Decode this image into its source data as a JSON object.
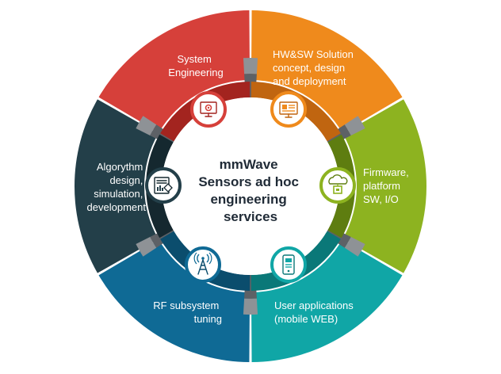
{
  "center": {
    "title_lines": [
      "mmWave",
      "Sensors ad hoc",
      "engineering",
      "services"
    ]
  },
  "segments": [
    {
      "id": "system-engineering",
      "label_lines": [
        "System",
        "Engineering"
      ],
      "color": "#d6403a",
      "dark": "#a3241f",
      "icon": "monitor-gear-icon"
    },
    {
      "id": "hw-sw-solution",
      "label_lines": [
        "HW&SW Solution",
        "concept, design",
        "and deployment"
      ],
      "color": "#ef8a1c",
      "dark": "#c06510",
      "icon": "monitor-code-icon"
    },
    {
      "id": "firmware",
      "label_lines": [
        "Firmware,",
        "platform",
        "SW, I/O"
      ],
      "color": "#8db320",
      "dark": "#5e7d10",
      "icon": "cloud-chip-icon"
    },
    {
      "id": "user-applications",
      "label_lines": [
        "User applications",
        "(mobile WEB)"
      ],
      "color": "#10a6a6",
      "dark": "#0a7878",
      "icon": "mobile-app-icon"
    },
    {
      "id": "rf-subsystem",
      "label_lines": [
        "RF subsystem",
        "tuning"
      ],
      "color": "#0f6a95",
      "dark": "#0b4d6d",
      "icon": "antenna-tower-icon"
    },
    {
      "id": "algorythm",
      "label_lines": [
        "Algorythm",
        "design,",
        "simulation,",
        "development"
      ],
      "color": "#233f49",
      "dark": "#15282f",
      "icon": "document-chart-icon"
    }
  ]
}
